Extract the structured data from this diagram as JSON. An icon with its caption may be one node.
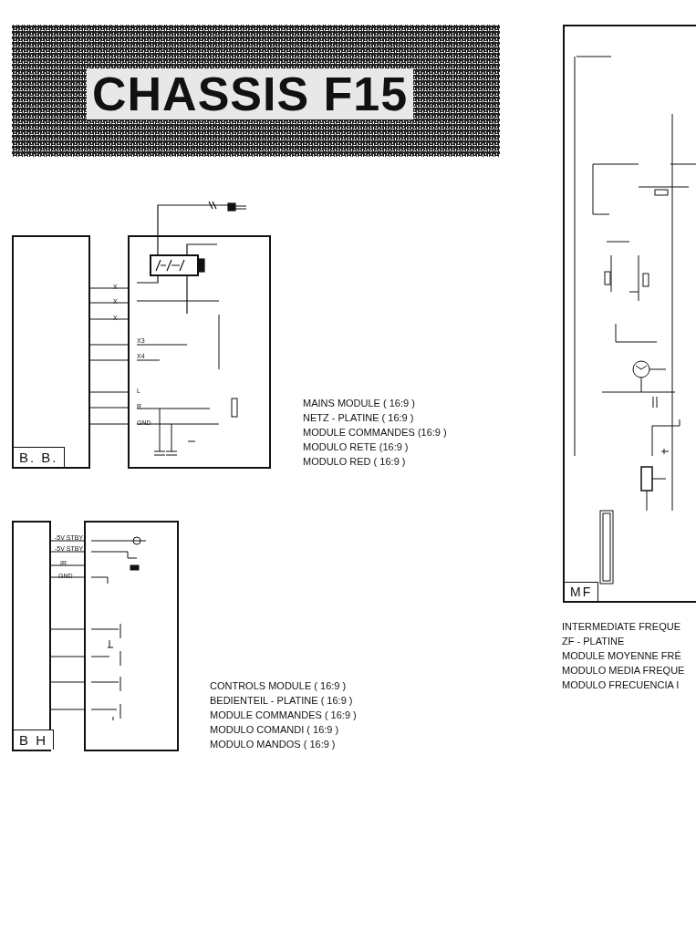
{
  "diagram": {
    "title": "CHASSIS F15",
    "nodes": [
      {
        "text": [
          "B. B."
        ]
      },
      {
        "text": [],
        "shape": "box"
      },
      {
        "text": [
          "B H"
        ]
      },
      {
        "text": [],
        "shape": "box"
      },
      {
        "text": [
          "MF"
        ]
      }
    ],
    "edges": [
      {
        "from": 0,
        "to": 1,
        "arrow": "none"
      },
      {
        "from": 0,
        "to": 1,
        "arrow": "none"
      },
      {
        "from": 0,
        "to": 1,
        "arrow": "none"
      },
      {
        "from": 0,
        "to": 1,
        "arrow": "none"
      },
      {
        "from": 0,
        "to": 1,
        "arrow": "none"
      },
      {
        "from": 0,
        "to": 1,
        "arrow": "none"
      },
      {
        "from": 0,
        "to": 1,
        "arrow": "none"
      },
      {
        "from": 0,
        "to": 1,
        "arrow": "none"
      },
      {
        "from": 2,
        "to": 3,
        "arrow": "none"
      },
      {
        "from": 2,
        "to": 3,
        "arrow": "none"
      },
      {
        "from": 2,
        "to": 3,
        "arrow": "none"
      },
      {
        "from": 2,
        "to": 3,
        "arrow": "none"
      },
      {
        "from": 2,
        "to": 3,
        "arrow": "none"
      },
      {
        "from": 2,
        "to": 3,
        "arrow": "none"
      },
      {
        "from": 2,
        "to": 3,
        "arrow": "none"
      },
      {
        "from": 2,
        "to": 3,
        "arrow": "none"
      }
    ],
    "labels": [
      "X",
      "X",
      "X",
      "X3",
      "X4",
      "L",
      "R",
      "GND",
      "MAINS MODULE ( 16:9 )",
      "NETZ - PLATINE ( 16:9 )",
      "MODULE COMMANDES (16:9 )",
      "MODULO RETE (16:9 )",
      "MODULO RED ( 16:9 )",
      "-5V STBY",
      "-5V STBY",
      "IR",
      "GND",
      "CONTROLS MODULE ( 16:9 )",
      "BEDIENTEIL - PLATINE ( 16:9 )",
      "MODULE COMMANDES ( 16:9 )",
      "MODULO COMANDI ( 16:9 )",
      "MODULO MANDOS ( 16:9 )",
      "INTERMEDIATE FREQUE",
      "ZF - PLATINE",
      "MODULE MOYENNE FRÉ",
      "MODULO MEDIA FREQUE",
      "MODULO FRECUENCIA I"
    ]
  }
}
